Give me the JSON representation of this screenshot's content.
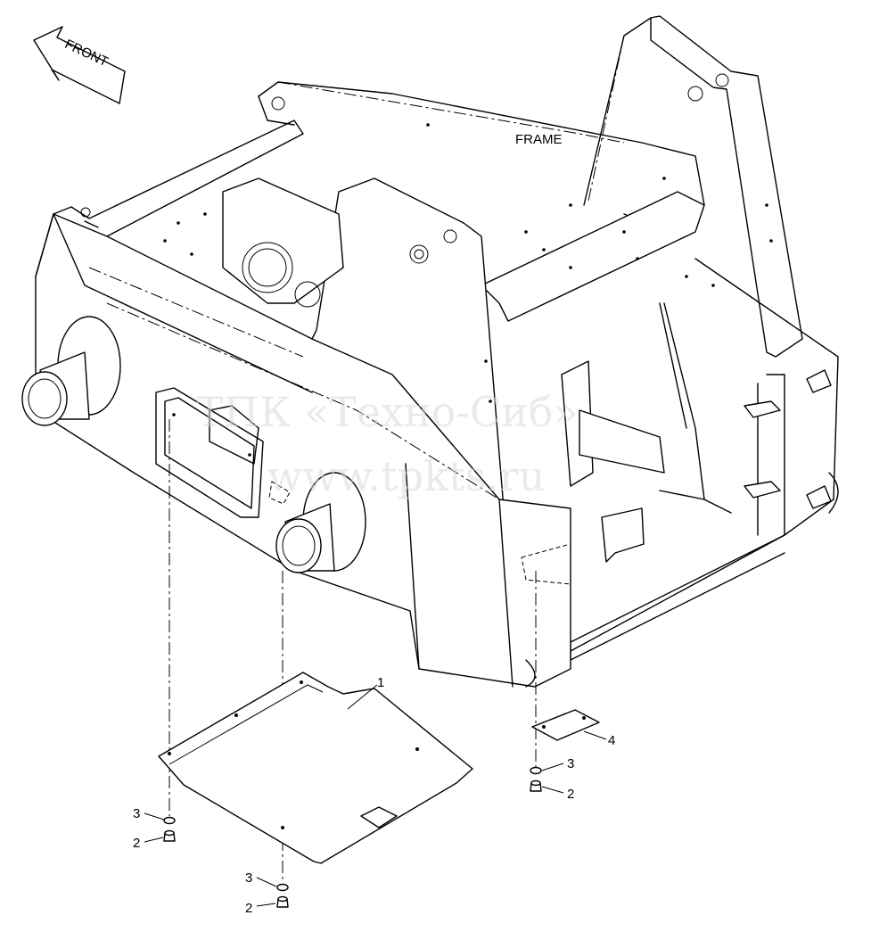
{
  "diagram": {
    "front_label": "FRONT",
    "frame_label": "FRAME",
    "callouts": {
      "part_1": "1",
      "part_2_a": "2",
      "part_2_b": "2",
      "part_2_c": "2",
      "part_3_a": "3",
      "part_3_b": "3",
      "part_3_c": "3",
      "part_4": "4"
    },
    "watermark": {
      "line1": "ТПК «Техно-Сиб»",
      "line2": "www.tpkts.ru"
    }
  }
}
